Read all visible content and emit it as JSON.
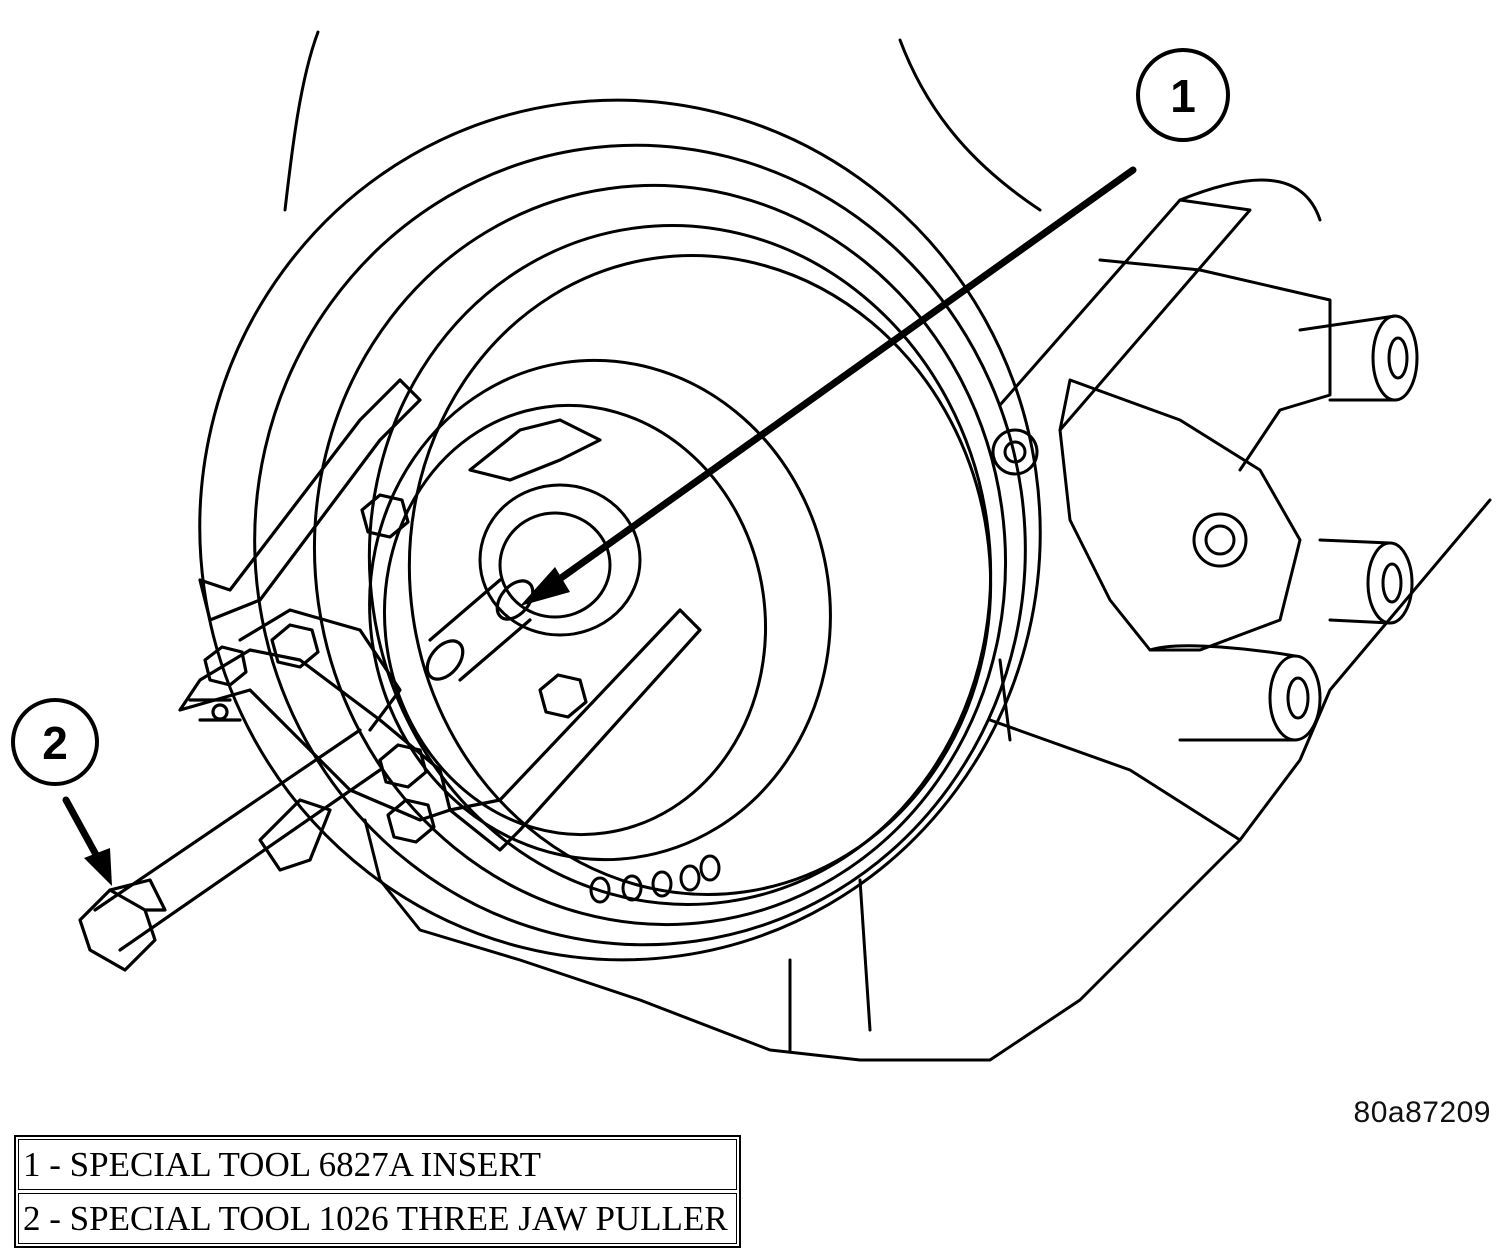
{
  "callouts": [
    {
      "number": "1"
    },
    {
      "number": "2"
    }
  ],
  "figure_id": "80a87209",
  "legend": [
    {
      "text": "1 - SPECIAL TOOL 6827A INSERT"
    },
    {
      "text": "2 - SPECIAL TOOL 1026 THREE JAW PULLER"
    }
  ]
}
